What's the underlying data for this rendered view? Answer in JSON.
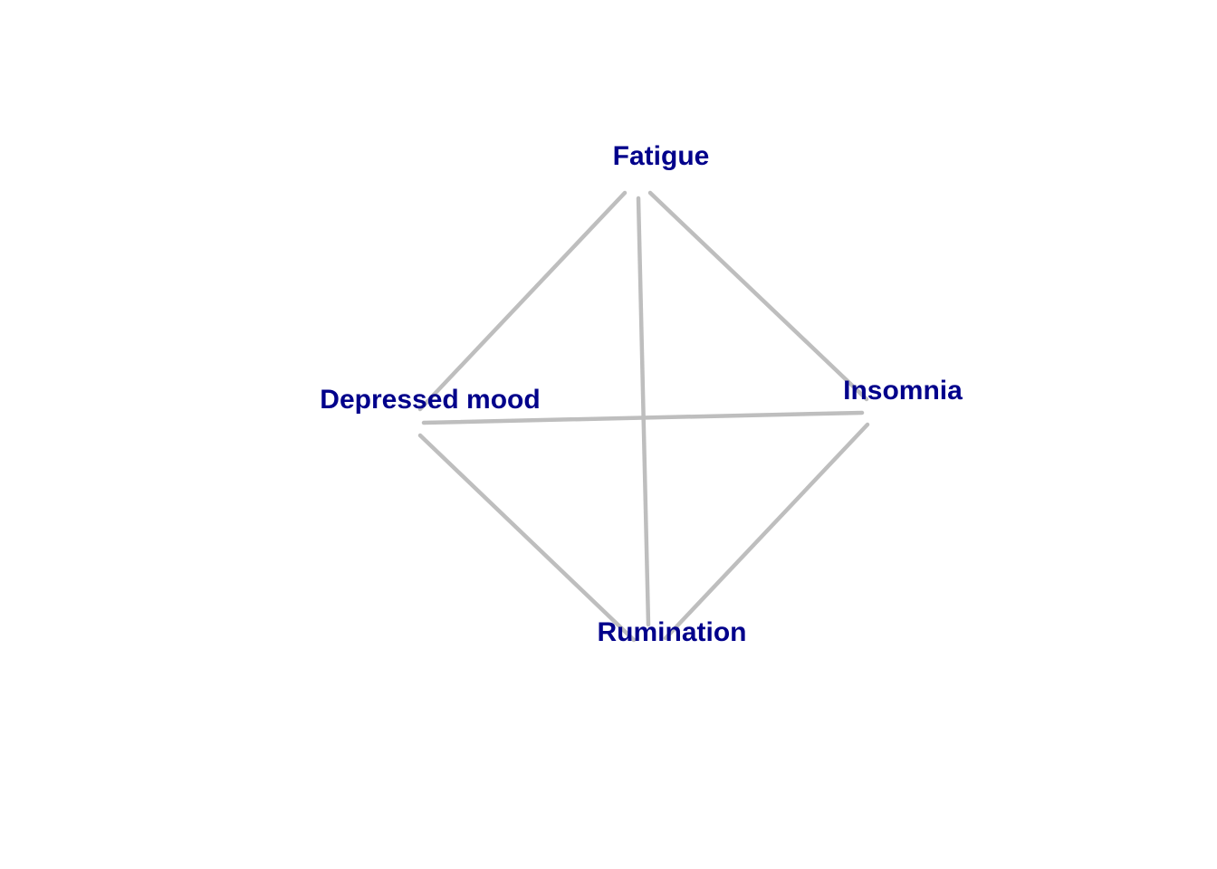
{
  "diagram": {
    "nodes": [
      {
        "id": "fatigue",
        "label": "Fatigue"
      },
      {
        "id": "depressed_mood",
        "label": "Depressed mood"
      },
      {
        "id": "insomnia",
        "label": "Insomnia"
      },
      {
        "id": "rumination",
        "label": "Rumination"
      }
    ],
    "edges": [
      {
        "from": "fatigue",
        "to": "depressed_mood"
      },
      {
        "from": "fatigue",
        "to": "insomnia"
      },
      {
        "from": "fatigue",
        "to": "rumination"
      },
      {
        "from": "depressed_mood",
        "to": "insomnia"
      },
      {
        "from": "depressed_mood",
        "to": "rumination"
      },
      {
        "from": "insomnia",
        "to": "rumination"
      }
    ],
    "colors": {
      "label": "#00008B",
      "edge": "#BEBEBE",
      "background": "#FFFFFF"
    }
  }
}
